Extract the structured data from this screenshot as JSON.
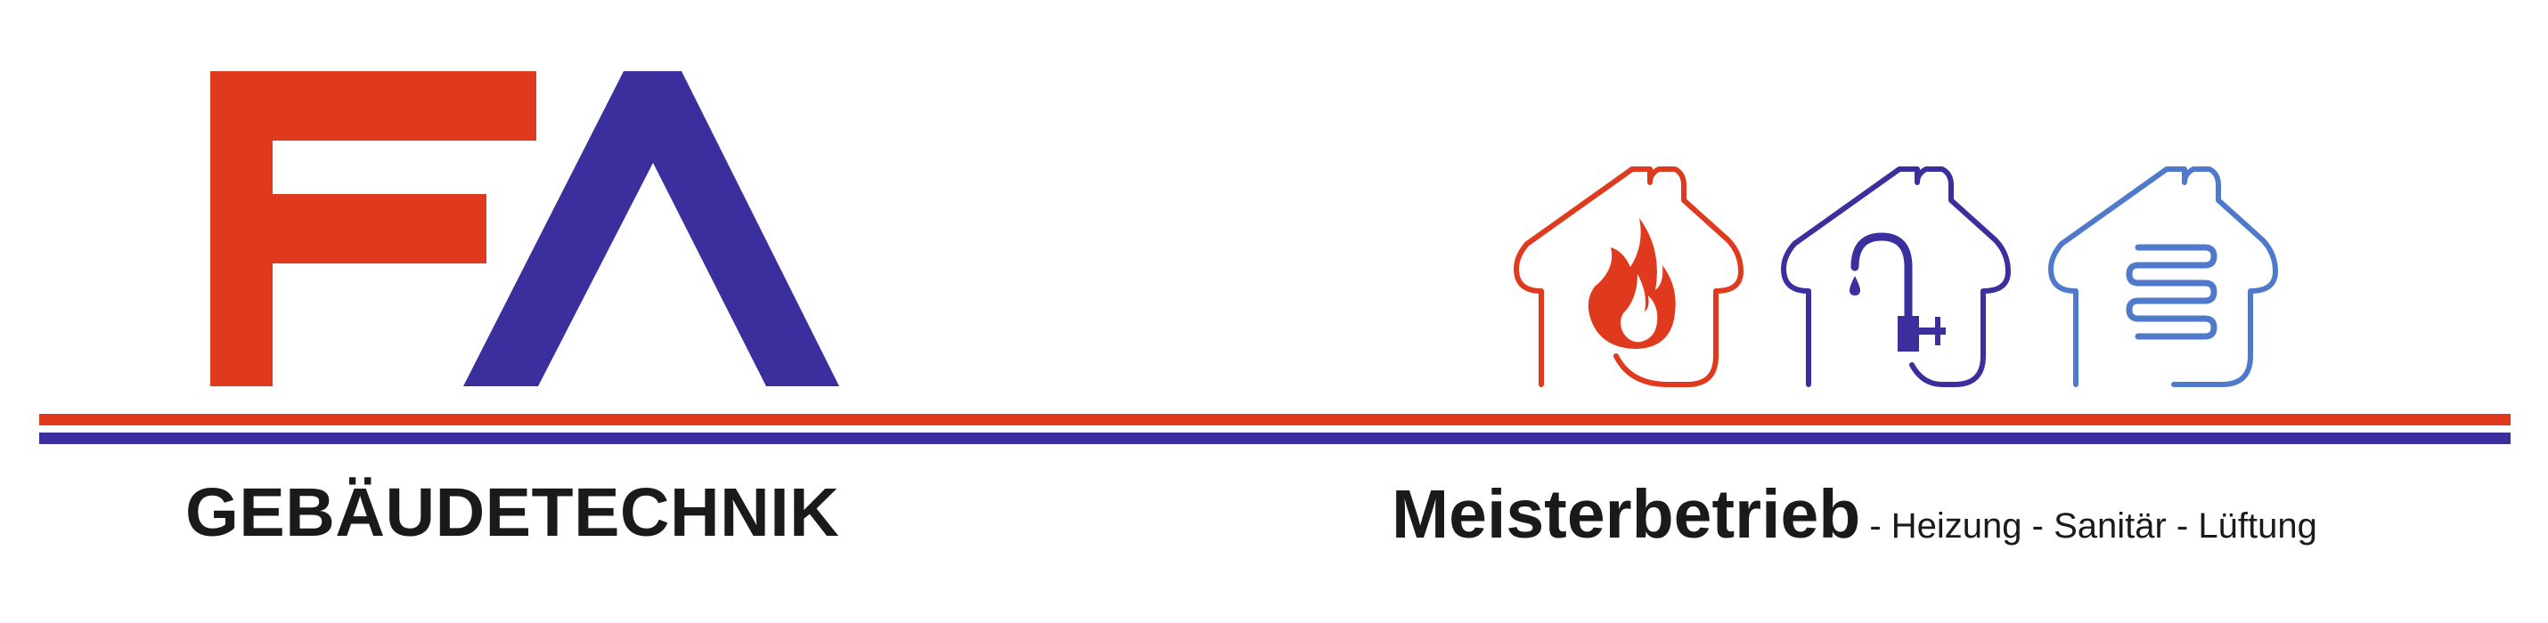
{
  "brand": {
    "logo_text": "FA",
    "name": "GEBÄUDETECHNIK",
    "tagline_main": "Meisterbetrieb",
    "tagline_services": "- Heizung - Sanitär - Lüftung"
  },
  "icons": [
    "flame-house-icon",
    "faucet-house-icon",
    "radiator-house-icon"
  ],
  "colors": {
    "red": "#e03a1e",
    "blue": "#3b2f9e",
    "light_blue": "#4f7acb",
    "text": "#1a1a1a"
  }
}
